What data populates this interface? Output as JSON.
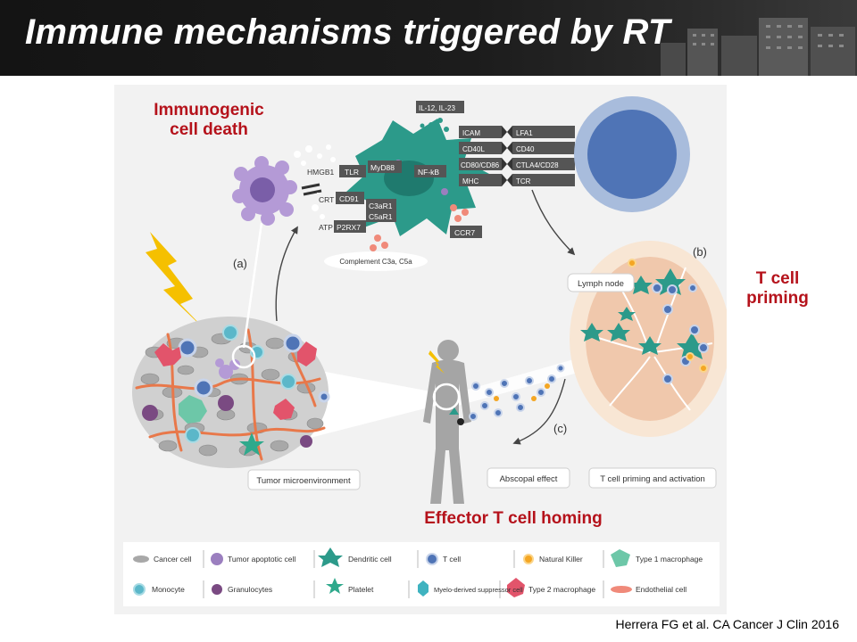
{
  "slide": {
    "title": "Immune mechanisms triggered by RT",
    "citation": "Herrera FG et al. CA Cancer J Clin 2016"
  },
  "annotations": {
    "immunogenic_cell_death": "Immunogenic cell death",
    "t_cell_priming": "T cell priming",
    "effector_homing": "Effector T cell homing"
  },
  "diagram": {
    "cytokines": "IL-12, IL-23",
    "dc_signals": [
      "HMGB1",
      "CRT",
      "ATP"
    ],
    "dc_receptors": [
      "TLR",
      "MyD88",
      "NF-kB",
      "CD91",
      "C3aR1",
      "C5aR1",
      "P2RX7",
      "CCR7"
    ],
    "complement": "Complement C3a, C5a",
    "synapse_pairs": [
      {
        "left": "ICAM",
        "right": "LFA1"
      },
      {
        "left": "CD40L",
        "right": "CD40"
      },
      {
        "left": "CD80/CD86",
        "right": "CTLA4/CD28"
      },
      {
        "left": "MHC",
        "right": "TCR"
      }
    ],
    "panel_a": "(a)",
    "panel_b": "(b)",
    "panel_c": "(c)",
    "lymph_node": "Lymph node",
    "tumor_microenvironment": "Tumor microenvironment",
    "abscopal_effect": "Abscopal effect",
    "t_cell_priming_activation": "T cell priming and activation"
  },
  "legend": {
    "row1": [
      "Cancer cell",
      "Tumor apoptotic cell",
      "Dendritic cell",
      "T cell",
      "Natural Killer",
      "Type 1 macrophage"
    ],
    "row2": [
      "Monocyte",
      "Granulocytes",
      "Platelet",
      "Myelo-derived suppressor cell",
      "Type 2 macrophage",
      "Endothelial cell"
    ]
  },
  "colors": {
    "dendritic": "#2c9a8a",
    "tcell": "#4f74b6",
    "apoptotic": "#9b7fbf",
    "accent_red": "#b5121b",
    "endothelial": "#e8784a",
    "nk": "#f4a623",
    "lightning": "#f5c000"
  }
}
